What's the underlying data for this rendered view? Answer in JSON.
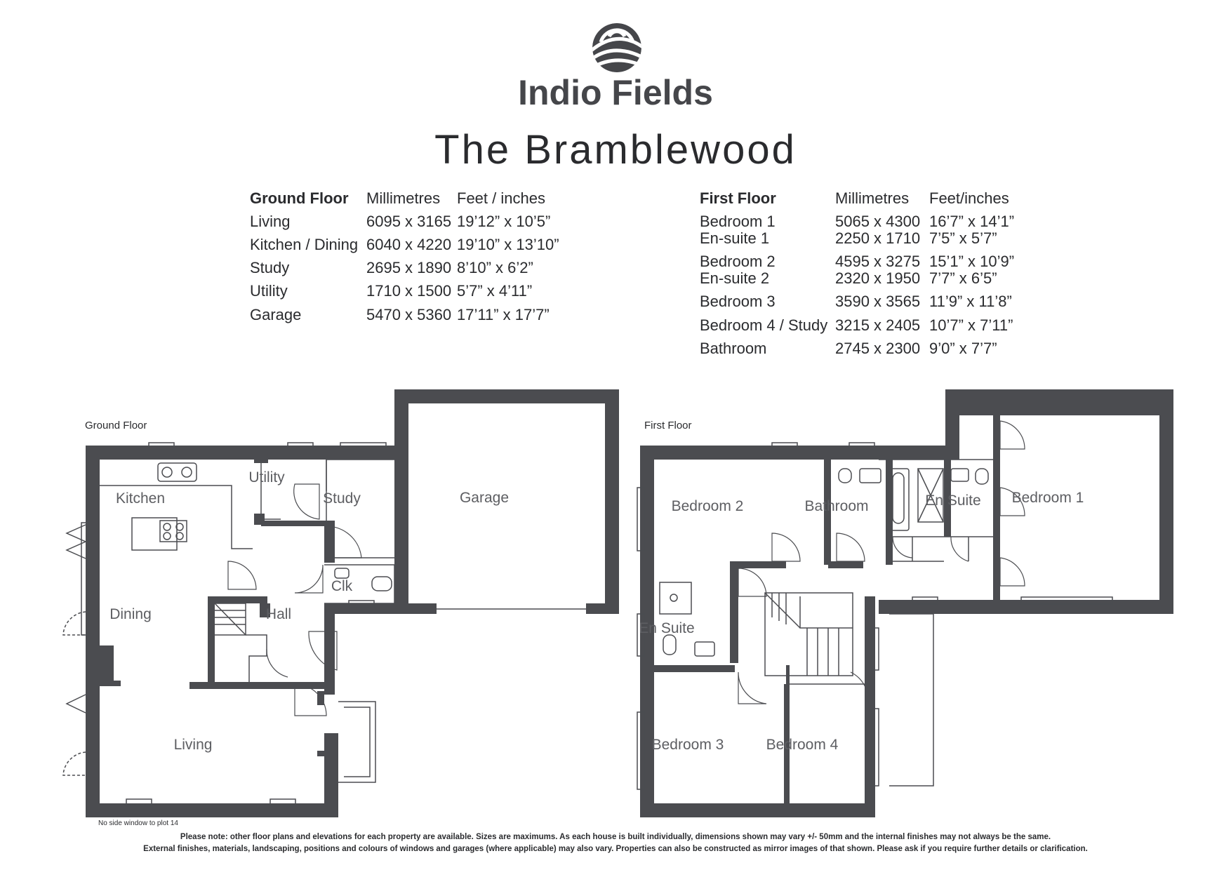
{
  "brand": {
    "name": "Indio Fields",
    "logo_icon": "rolling-fields-logo-icon"
  },
  "house": {
    "name": "The Bramblewood"
  },
  "ground_floor_table": {
    "headers": [
      "Ground Floor",
      "Millimetres",
      "Feet / inches"
    ],
    "rows": [
      [
        "Living",
        "6095 x 3165",
        "19’12” x 10’5”"
      ],
      [
        "Kitchen / Dining",
        "6040 x 4220",
        "19’10” x 13’10”"
      ],
      [
        "Study",
        "2695 x 1890",
        "8’10” x 6’2”"
      ],
      [
        "Utility",
        "1710 x 1500",
        "5’7” x 4’11”"
      ],
      [
        "Garage",
        "5470 x 5360",
        "17’11” x 17’7”"
      ]
    ]
  },
  "first_floor_table": {
    "headers": [
      "First Floor",
      "Millimetres",
      "Feet/inches"
    ],
    "rows": [
      [
        "Bedroom 1",
        "5065 x 4300",
        "16’7” x 14’1”"
      ],
      [
        "En-suite 1",
        "2250 x 1710",
        "7’5” x 5’7”"
      ],
      [
        "Bedroom 2",
        "4595 x 3275",
        "15’1” x 10’9”"
      ],
      [
        "En-suite 2",
        "2320 x 1950",
        "7’7” x 6’5”"
      ],
      [
        "Bedroom 3",
        "3590 x 3565",
        "11’9” x 11’8”"
      ],
      [
        "Bedroom 4 / Study",
        "3215 x 2405",
        "10’7” x 7’11”"
      ],
      [
        "Bathroom",
        "2745 x 2300",
        "9’0” x 7’7”"
      ]
    ]
  },
  "ground_plan": {
    "title": "Ground Floor",
    "rooms": [
      "Kitchen",
      "Utility",
      "Study",
      "Garage",
      "Dining",
      "Hall",
      "Clk",
      "Living"
    ],
    "note": "No side window to plot 14"
  },
  "first_plan": {
    "title": "First Floor",
    "rooms": [
      "Bedroom 2",
      "Bathroom",
      "En Suite",
      "Bedroom 1",
      "En Suite",
      "Bedroom 3",
      "Bedroom 4"
    ]
  },
  "disclaimer": {
    "line1": "Please note: other floor plans and elevations for each property are available. Sizes are maximums. As each house is built individually, dimensions shown may vary +/- 50mm and the internal finishes may not always be the same.",
    "line2": "External finishes, materials, landscaping, positions and colours of windows and garages (where applicable) may also vary. Properties can also be constructed as mirror images of that shown. Please ask if you require further details or clarification."
  },
  "colors": {
    "wall": "#4b4c50",
    "text": "#2a2b2e",
    "room_label": "#5d5e62"
  }
}
